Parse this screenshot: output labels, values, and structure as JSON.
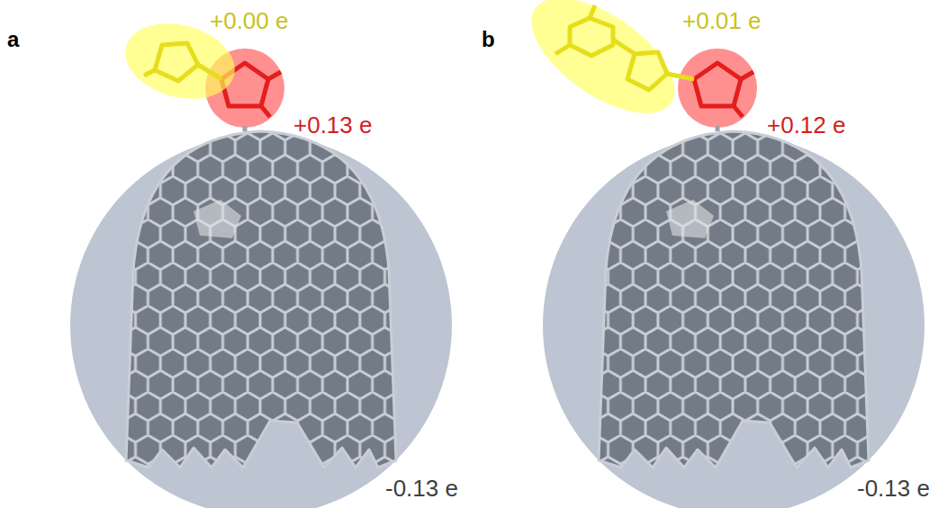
{
  "diagram": {
    "labels": [
      "a",
      "+0.00 e",
      "+0.13 e",
      "-0.13 e",
      "b",
      "+0.01 e",
      "+0.12 e",
      "-0.13 e"
    ]
  }
}
